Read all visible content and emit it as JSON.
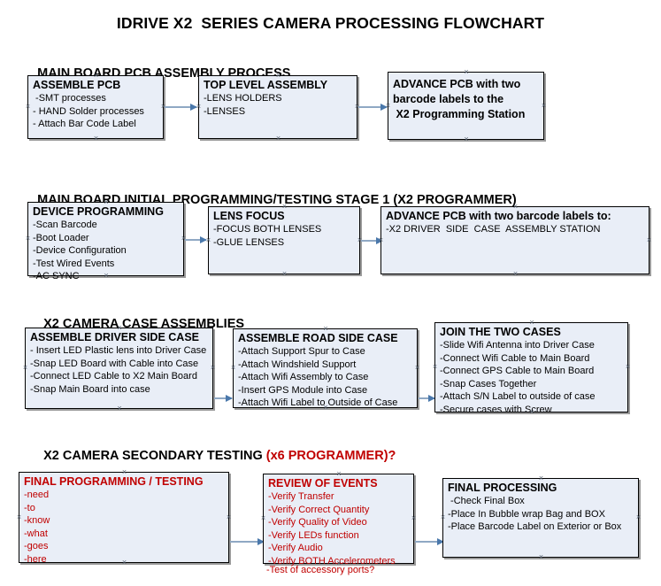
{
  "document": {
    "title": "IDRIVE X2  SERIES CAMERA PROCESSING FLOWCHART"
  },
  "sections": [
    {
      "id": "s1",
      "heading": "MAIN BOARD PCB ASSEMBLY PROCESS",
      "heading_red": ""
    },
    {
      "id": "s2",
      "heading": "MAIN BOARD INITIAL PROGRAMMING/TESTING STAGE 1 (X2 PROGRAMMER)",
      "heading_red": ""
    },
    {
      "id": "s3",
      "heading": "X2 CAMERA CASE ASSEMBLIES",
      "heading_red": ""
    },
    {
      "id": "s4",
      "heading": "X2 CAMERA SECONDARY TESTING ",
      "heading_red": "(x6 PROGRAMMER)?"
    }
  ],
  "boxes": {
    "assemble_pcb": {
      "title": "ASSEMBLE PCB",
      "lines": [
        " -SMT processes",
        "- HAND Solder processes",
        "- Attach Bar Code Label"
      ]
    },
    "top_level_assembly": {
      "title": "TOP LEVEL ASSEMBLY",
      "lines": [
        "-LENS HOLDERS",
        "-LENSES"
      ]
    },
    "advance_pcb_1": {
      "title": "ADVANCE PCB with two\nbarcode labels to the\n X2 Programming Station",
      "lines": []
    },
    "device_programming": {
      "title": "DEVICE PROGRAMMING",
      "lines": [
        "-Scan Barcode",
        "-Boot Loader",
        "-Device Configuration",
        "-Test Wired Events",
        "-AC SYNC"
      ]
    },
    "lens_focus": {
      "title": "LENS FOCUS",
      "lines": [
        "-FOCUS BOTH LENSES",
        "-GLUE LENSES"
      ]
    },
    "advance_pcb_2": {
      "title": "ADVANCE PCB with two barcode labels to:",
      "lines": [
        "-X2 DRIVER  SIDE  CASE  ASSEMBLY STATION"
      ]
    },
    "assemble_driver_side_case": {
      "title": "ASSEMBLE DRIVER SIDE CASE",
      "lines": [
        "- Insert LED Plastic lens into Driver Case",
        "-Snap LED Board with Cable into Case",
        "-Connect LED Cable to X2 Main Board",
        "-Snap Main Board into case"
      ]
    },
    "assemble_road_side_case": {
      "title": "ASSEMBLE ROAD SIDE CASE",
      "lines": [
        "-Attach Support Spur to Case",
        "-Attach Windshield Support",
        "-Attach Wifi Assembly to Case",
        "-Insert GPS Module into Case",
        "-Attach Wifi Label to Outside of Case"
      ]
    },
    "join_the_two_cases": {
      "title": "JOIN THE TWO CASES",
      "lines": [
        "-Slide Wifi Antenna into Driver Case",
        "-Connect Wifi Cable to Main Board",
        "-Connect GPS Cable to Main Board",
        "-Snap Cases Together",
        "-Attach S/N Label to outside of case",
        "-Secure cases with Screw"
      ]
    },
    "final_programming_testing": {
      "title": "FINAL PROGRAMMING / TESTING",
      "lines": [
        "-need",
        "-to",
        "-know",
        "-what",
        "-goes",
        "-here"
      ]
    },
    "review_of_events": {
      "title": "REVIEW OF EVENTS",
      "lines": [
        "-Verify Transfer",
        "-Verify Correct Quantity",
        "-Verify Quality of Video",
        "-Verify LEDs function",
        "-Verify Audio",
        "-Verify BOTH Accelerometers"
      ],
      "overflow_line": "-Test of accessory ports?"
    },
    "final_processing": {
      "title": "FINAL PROCESSING",
      "lines": [
        " -Check Final Box",
        "-Place In Bubble wrap Bag and BOX",
        "-Place Barcode Label on Exterior or Box"
      ]
    }
  },
  "colors": {
    "box_fill": "#e9eef7",
    "box_border": "#000000",
    "box_shadow": "#9a9a9a",
    "connector": "#8fa8c4",
    "arrowhead": "#4a78ab",
    "red_text": "#c00000",
    "text": "#000000",
    "background": "#ffffff"
  }
}
